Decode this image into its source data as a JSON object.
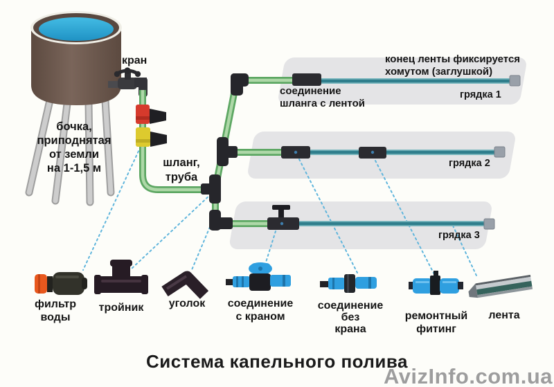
{
  "title": "Система капельного полива",
  "watermark": "AvizInfo.com.ua",
  "diagram": {
    "tap_label": "кран",
    "barrel_note": "бочка,\nприподнятая\nот земли\nна 1-1,5 м",
    "hose_label": "шланг,\nтруба",
    "hose_tape_connection": "соединение\nшланга с лентой",
    "tape_end_note": "конец ленты фиксируется\nхомутом (заглушкой)",
    "beds": [
      {
        "label": "грядка 1"
      },
      {
        "label": "грядка 2"
      },
      {
        "label": "грядка 3"
      }
    ]
  },
  "legend": [
    {
      "name": "water-filter",
      "label": "фильтр\nводы"
    },
    {
      "name": "tee-fitting",
      "label": "тройник"
    },
    {
      "name": "elbow-fitting",
      "label": "уголок"
    },
    {
      "name": "tap-connector",
      "label": "соединение\nс краном"
    },
    {
      "name": "plain-connector",
      "label": "соединение\nбез\nкрана"
    },
    {
      "name": "repair-fitting",
      "label": "ремонтный\nфитинг"
    },
    {
      "name": "drip-tape",
      "label": "лента"
    }
  ],
  "colors": {
    "hose_green": "#5da763",
    "hose_green_light": "#aed8a8",
    "tape_teal": "#2f7e8c",
    "tape_teal_light": "#7fb9c0",
    "fitting_dark": "#26262b",
    "bed_gray": "#e4e4e6",
    "dashed_cyan": "#5fb5dc",
    "barrel_brown": "#6d594e",
    "water_blue": "#2aa6d6",
    "accent_red": "#d63a2c",
    "accent_yellow": "#ddca2e",
    "accent_orange": "#e8581e",
    "accent_blue": "#2f9fe0",
    "end_cap_gray": "#99a0a9"
  }
}
